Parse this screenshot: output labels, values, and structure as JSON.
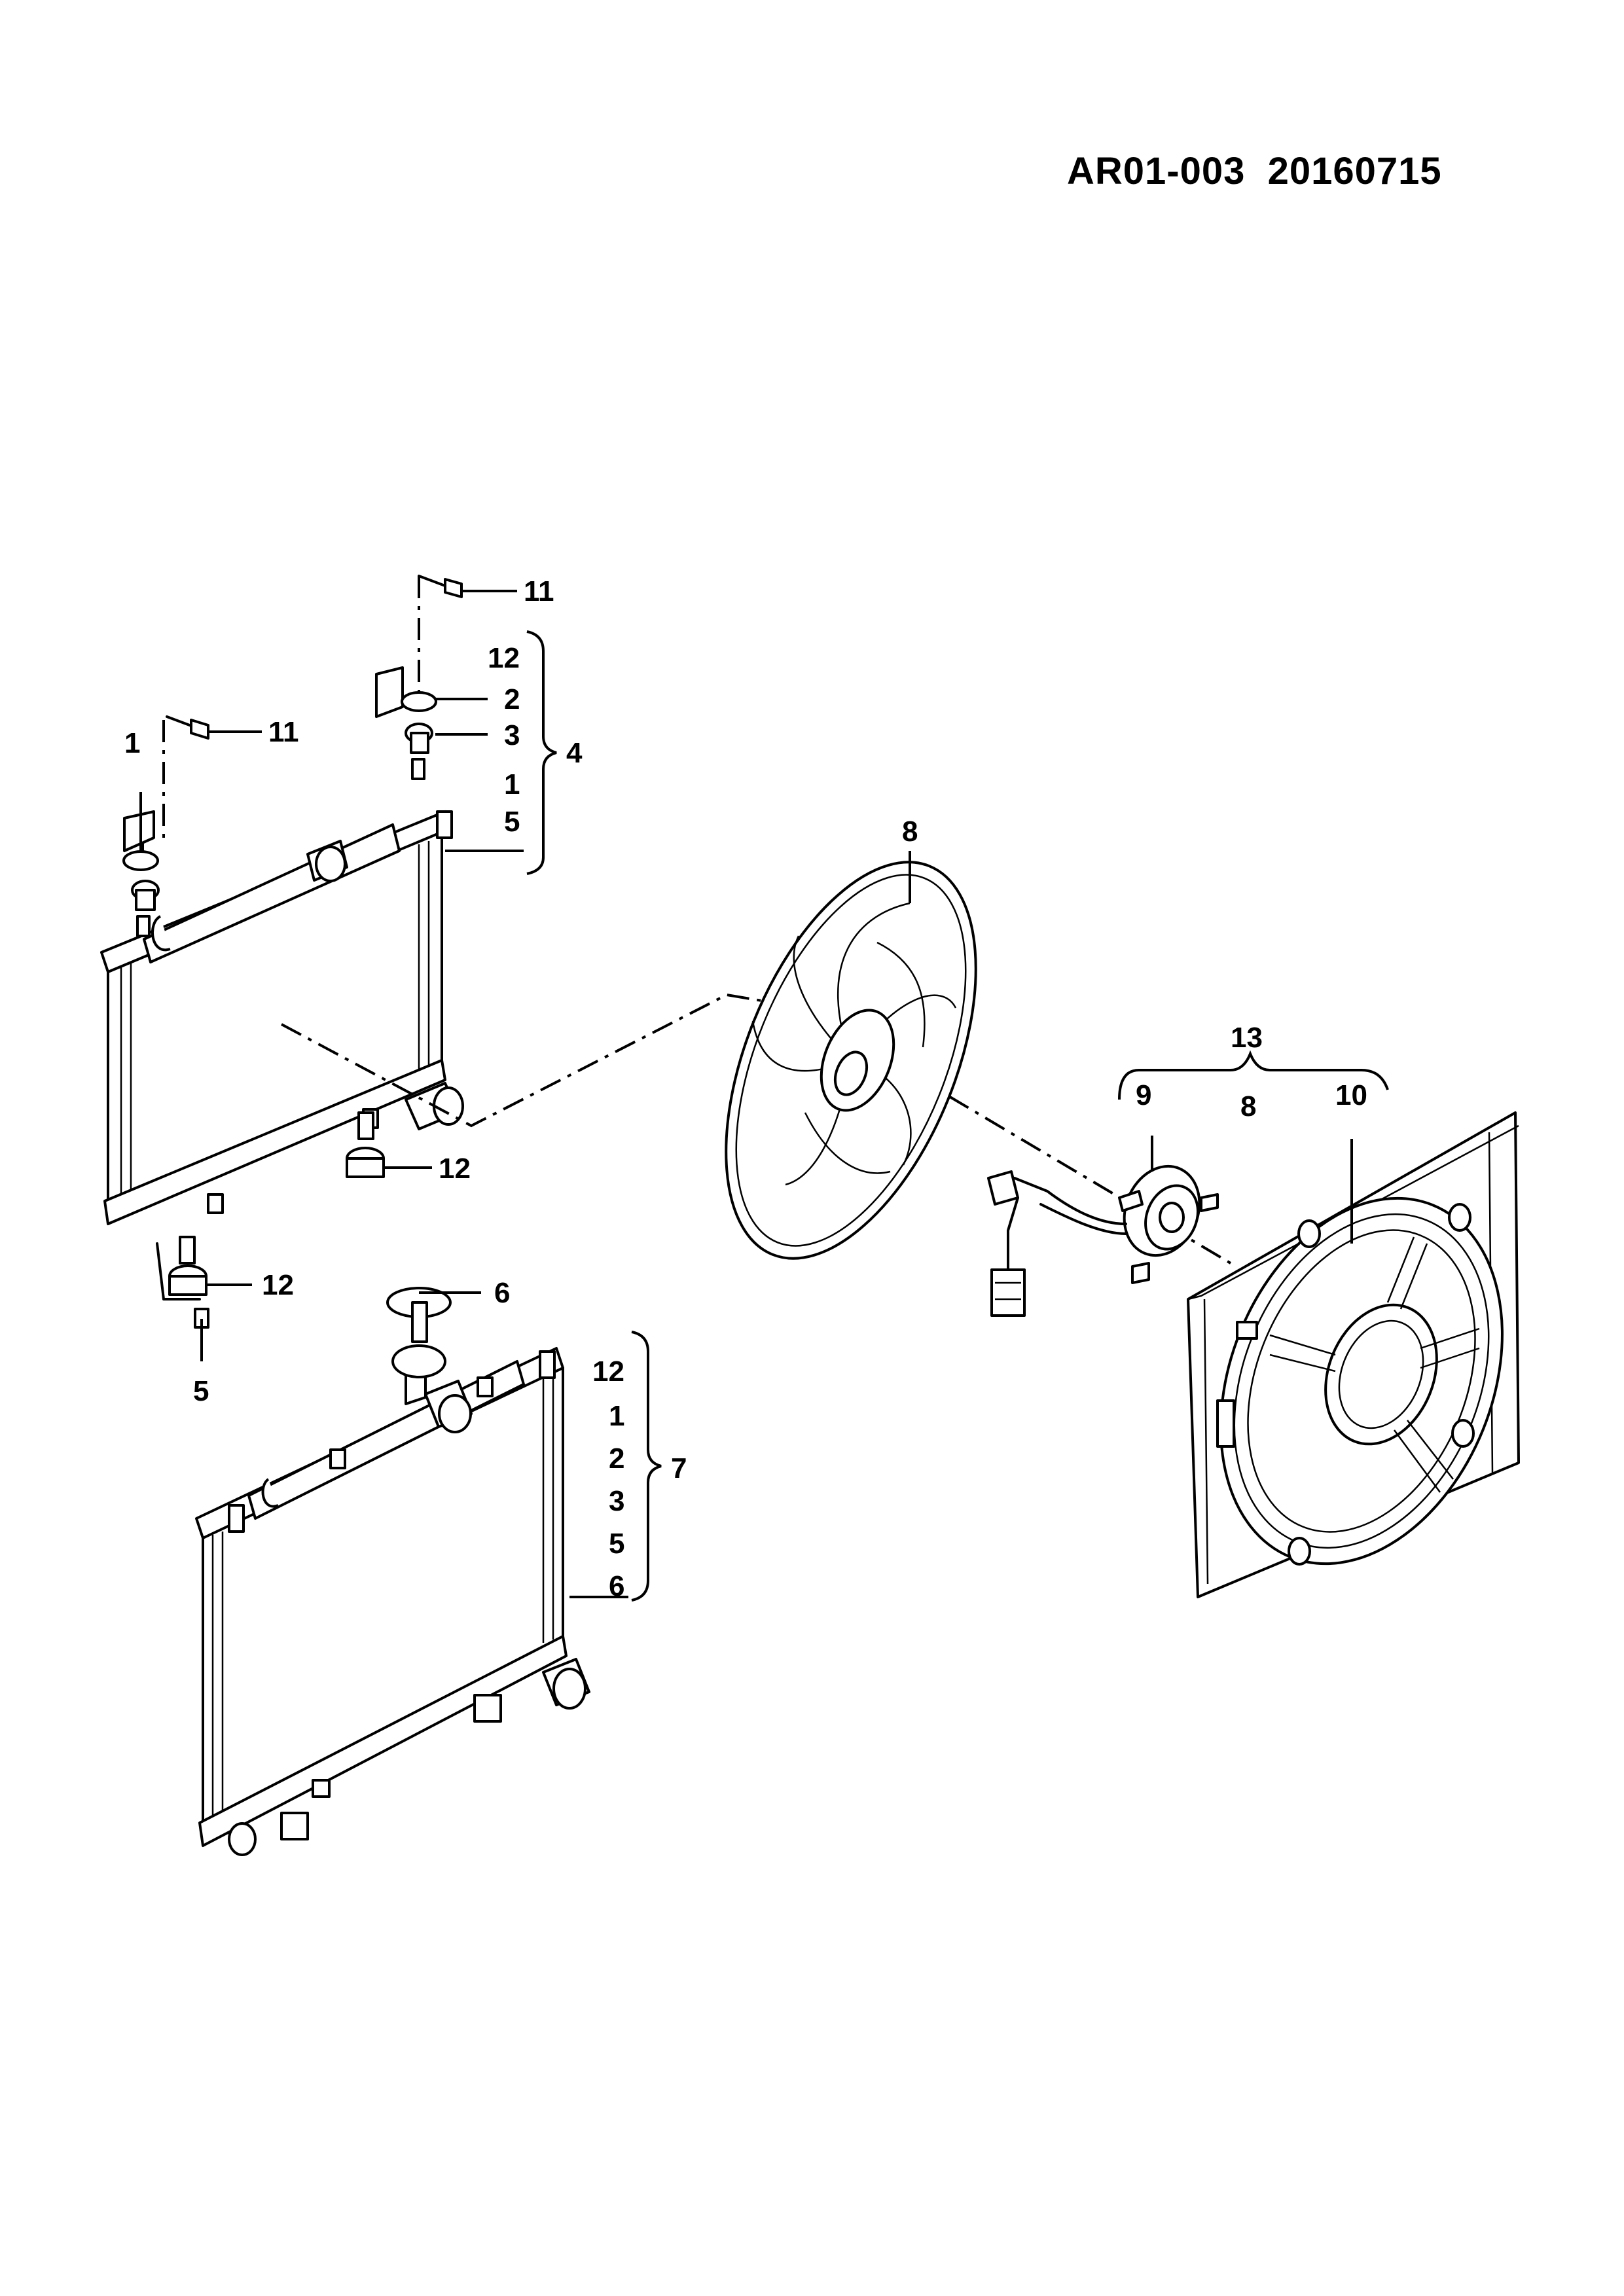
{
  "header": {
    "doc_code": "AR01-003  20160715"
  },
  "callouts": {
    "c11_top": "11",
    "c12_top": "12",
    "c2_top": "2",
    "c3_top": "3",
    "c1_top": "1",
    "c5_top": "5",
    "c4": "4",
    "c1_left": "1",
    "c11_left": "11",
    "c12_mid": "12",
    "c12_low": "12",
    "c5_low": "5",
    "c8_fan": "8",
    "c13": "13",
    "c9": "9",
    "c8_sub": "8",
    "c10": "10",
    "c6": "6",
    "c12_g7": "12",
    "c1_g7": "1",
    "c2_g7": "2",
    "c3_g7": "3",
    "c5_g7": "5",
    "c6_g7": "6",
    "c7": "7"
  }
}
